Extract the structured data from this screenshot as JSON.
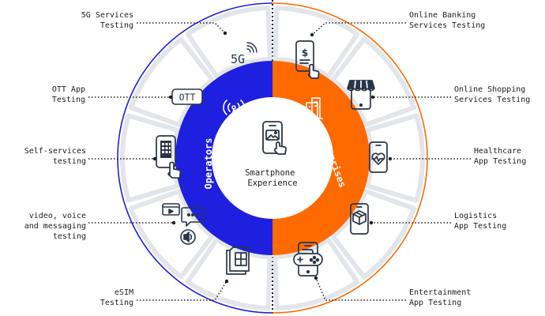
{
  "colors": {
    "operators": "#1f1fe0",
    "enterprises": "#ff6a00",
    "icon": "#2a3548",
    "tile": "#e2e5ea",
    "connector": "#1d1d1d"
  },
  "center": {
    "title": "Smartphone\nExperience",
    "icon": "smartphone-photo-icon"
  },
  "ring": {
    "operators_label": "Operators",
    "operators_icon": "antenna-icon",
    "enterprises_label": "Enterprises",
    "enterprises_icon": "building-icon"
  },
  "left_services": [
    {
      "label": "5G Services\nTesting",
      "icon": "5g-icon",
      "badge": "5G"
    },
    {
      "label": "OTT App\nTesting",
      "icon": "ott-icon",
      "badge": "OTT"
    },
    {
      "label": "Self-services\ntesting",
      "icon": "keypad-tap-icon"
    },
    {
      "label": "video, voice\nand messaging\ntesting",
      "icon": "media-message-icon"
    },
    {
      "label": "eSIM\nTesting",
      "icon": "sim-card-icon"
    }
  ],
  "right_services": [
    {
      "label": "Online Banking\nServices Testing",
      "icon": "banking-phone-icon"
    },
    {
      "label": "Online Shopping\nServices Testing",
      "icon": "shop-phone-icon"
    },
    {
      "label": "Healthcare\nApp Testing",
      "icon": "heart-phone-icon"
    },
    {
      "label": "Logistics\nApp Testing",
      "icon": "package-phone-icon"
    },
    {
      "label": "Entertainment\nApp Testing",
      "icon": "gamepad-phone-icon"
    }
  ]
}
